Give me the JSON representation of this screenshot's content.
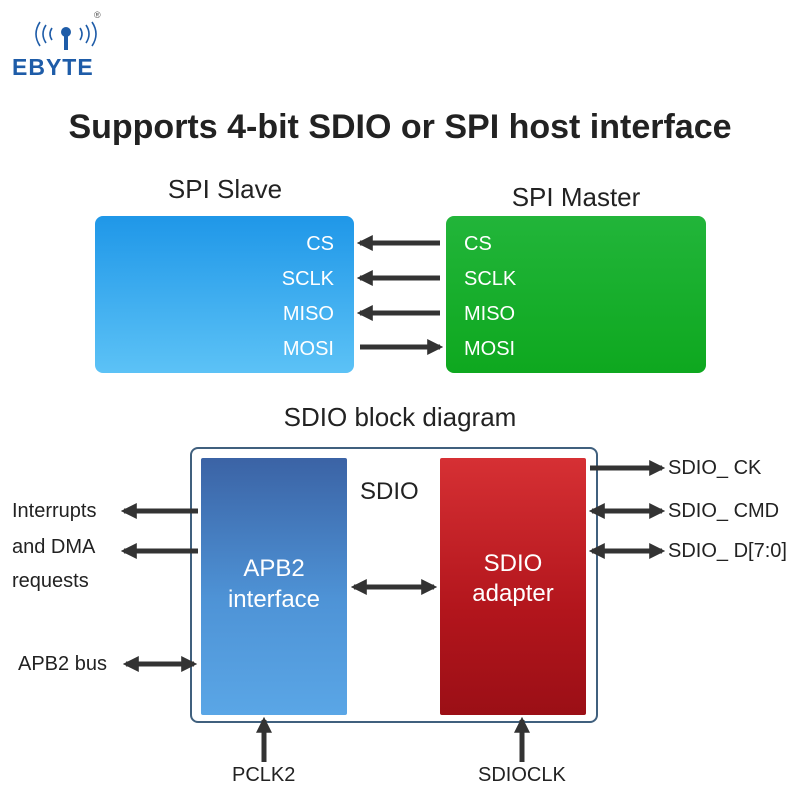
{
  "logo": {
    "brand": "EBYTE",
    "registered": "®"
  },
  "title": "Supports 4-bit SDIO or SPI host interface",
  "spi": {
    "slave_title": "SPI Slave",
    "master_title": "SPI Master",
    "slave_pins": [
      "CS",
      "SCLK",
      "MISO",
      "MOSI"
    ],
    "master_pins": [
      "CS",
      "SCLK",
      "MISO",
      "MOSI"
    ]
  },
  "sdio": {
    "section_title": "SDIO block diagram",
    "frame_label": "SDIO",
    "apb2_line1": "APB2",
    "apb2_line2": "interface",
    "adapter_line1": "SDIO",
    "adapter_line2": "adapter",
    "left_labels": {
      "interrupts_line1": "Interrupts",
      "interrupts_line2": "and DMA",
      "interrupts_line3": "requests",
      "apb2_bus": "APB2 bus"
    },
    "right_signals": [
      "SDIO_ CK",
      "SDIO_ CMD",
      "SDIO_ D[7:0]"
    ],
    "bottom_labels": {
      "pclk": "PCLK2",
      "sdioclk": "SDIOCLK"
    }
  },
  "colors": {
    "spi_slave": "#1f97e8",
    "spi_master": "#22b53a",
    "apb2": "#3b63a5",
    "adapter": "#c0202a",
    "frame": "#40607e",
    "logo": "#1e5ca8"
  }
}
